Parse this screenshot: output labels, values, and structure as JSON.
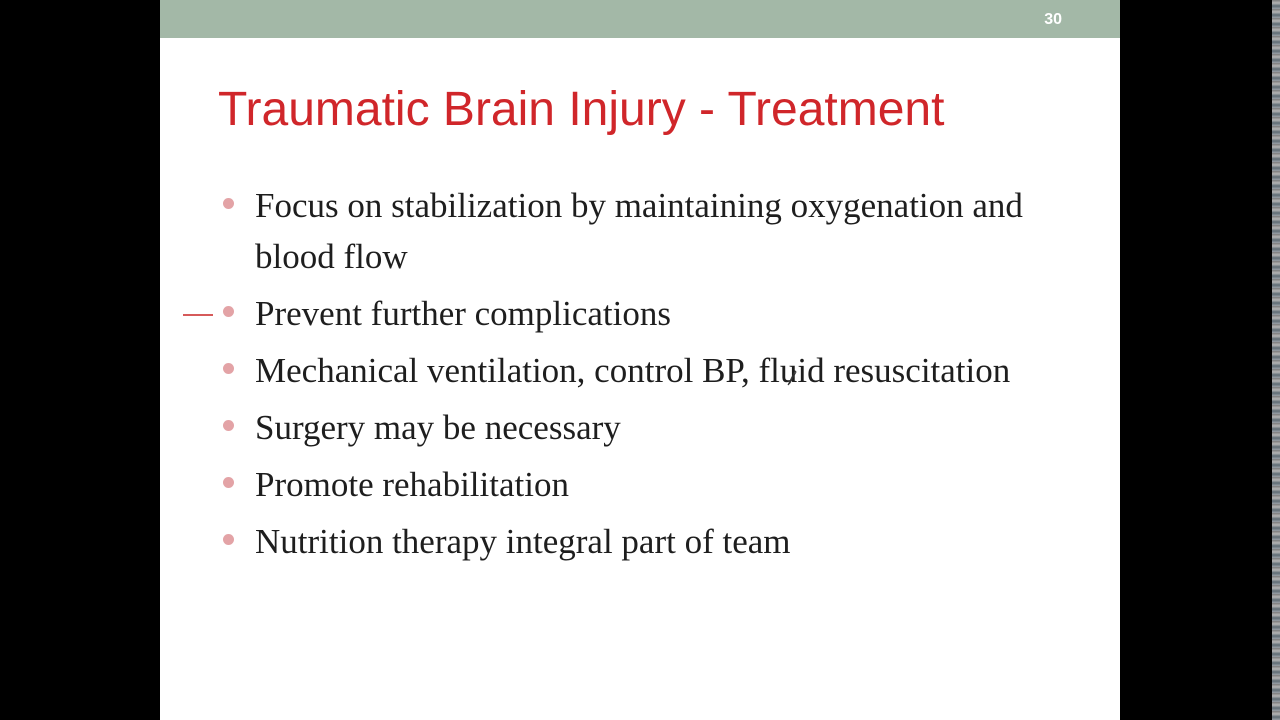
{
  "slide": {
    "number": "30",
    "title": "Traumatic Brain Injury - Treatment",
    "bullets": [
      "Focus on stabilization by maintaining oxygenation and blood flow",
      "Prevent further complications",
      "Mechanical ventilation, control BP, fluid resuscitation",
      "Surgery may be necessary",
      "Promote rehabilitation",
      "Nutrition therapy integral part of team"
    ]
  },
  "colors": {
    "topbar": "#a3b8a7",
    "title": "#d0262a",
    "bullet_dot": "#e3a3a6",
    "body_text": "#1e1e1e",
    "background": "#000000"
  },
  "icons": {
    "annotation_mark": "pen-dash-icon",
    "cursor": "pen-cursor-icon"
  }
}
